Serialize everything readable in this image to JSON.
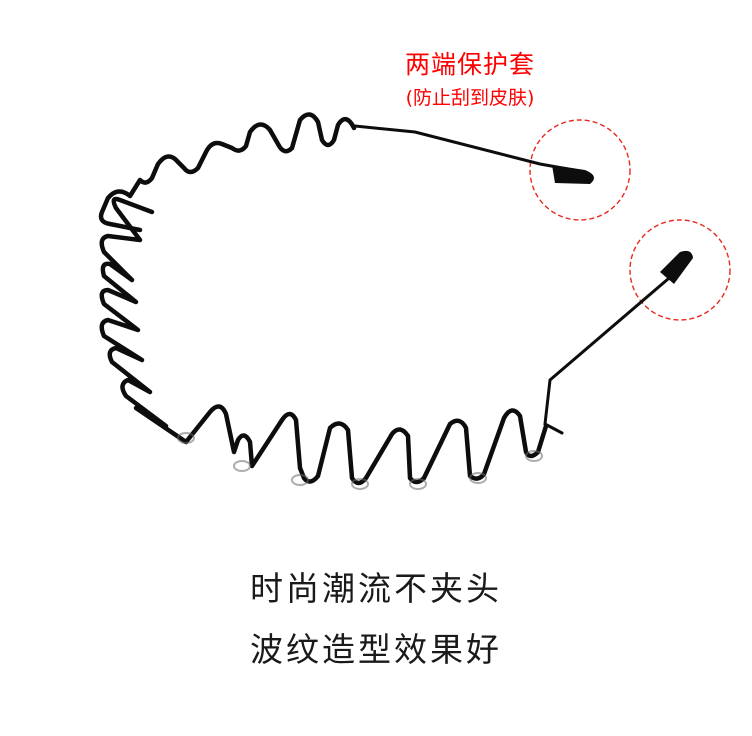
{
  "callout": {
    "title": "两端保护套",
    "subtitle": "(防止刮到皮肤)",
    "color": "#ff0000"
  },
  "captions": [
    "时尚潮流不夹头",
    "波纹造型效果好"
  ],
  "product": {
    "name": "wavy-metal-headband",
    "color": "#0d0d0d"
  }
}
